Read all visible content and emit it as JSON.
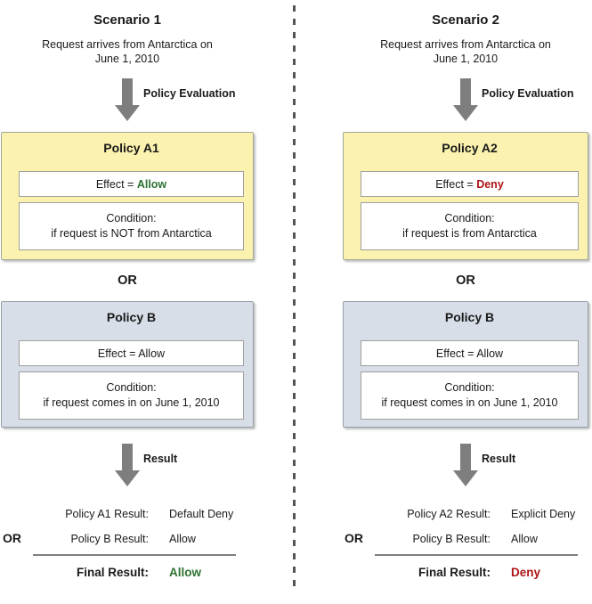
{
  "colors": {
    "allow_green": "#2d7232",
    "deny_red": "#ae1416",
    "policy_a_fill": "#faf2ae",
    "policy_b_fill": "#d7dee8",
    "arrow_gray": "#7e7e7e",
    "divider_gray": "#545454"
  },
  "scenarios": [
    {
      "title": "Scenario 1",
      "request_line1": "Request arrives from Antarctica on",
      "request_line2": "June 1, 2010",
      "eval_arrow_label": "Policy Evaluation",
      "policy_a": {
        "title": "Policy A1",
        "effect_prefix": "Effect = ",
        "effect_value": "Allow",
        "effect_color": "#2d7232",
        "condition_line1": "Condition:",
        "condition_line2": "if request is NOT from Antarctica"
      },
      "or_label": "OR",
      "policy_b": {
        "title": "Policy B",
        "effect_text": "Effect = Allow",
        "condition_line1": "Condition:",
        "condition_line2": "if request comes in on June 1, 2010"
      },
      "result_arrow_label": "Result",
      "results": {
        "row1_label": "Policy A1 Result:",
        "row1_value": "Default Deny",
        "or_label": "OR",
        "row2_label": "Policy B Result:",
        "row2_value": "Allow",
        "final_label": "Final Result:",
        "final_value": "Allow",
        "final_color": "#2d7232"
      }
    },
    {
      "title": "Scenario 2",
      "request_line1": "Request arrives from Antarctica on",
      "request_line2": "June 1, 2010",
      "eval_arrow_label": "Policy Evaluation",
      "policy_a": {
        "title": "Policy A2",
        "effect_prefix": "Effect = ",
        "effect_value": "Deny",
        "effect_color": "#ae1416",
        "condition_line1": "Condition:",
        "condition_line2": "if request is from Antarctica"
      },
      "or_label": "OR",
      "policy_b": {
        "title": "Policy B",
        "effect_text": "Effect = Allow",
        "condition_line1": "Condition:",
        "condition_line2": "if request comes in on June 1, 2010"
      },
      "result_arrow_label": "Result",
      "results": {
        "row1_label": "Policy A2 Result:",
        "row1_value": "Explicit Deny",
        "or_label": "OR",
        "row2_label": "Policy B Result:",
        "row2_value": "Allow",
        "final_label": "Final Result:",
        "final_value": "Deny",
        "final_color": "#ae1416"
      }
    }
  ]
}
